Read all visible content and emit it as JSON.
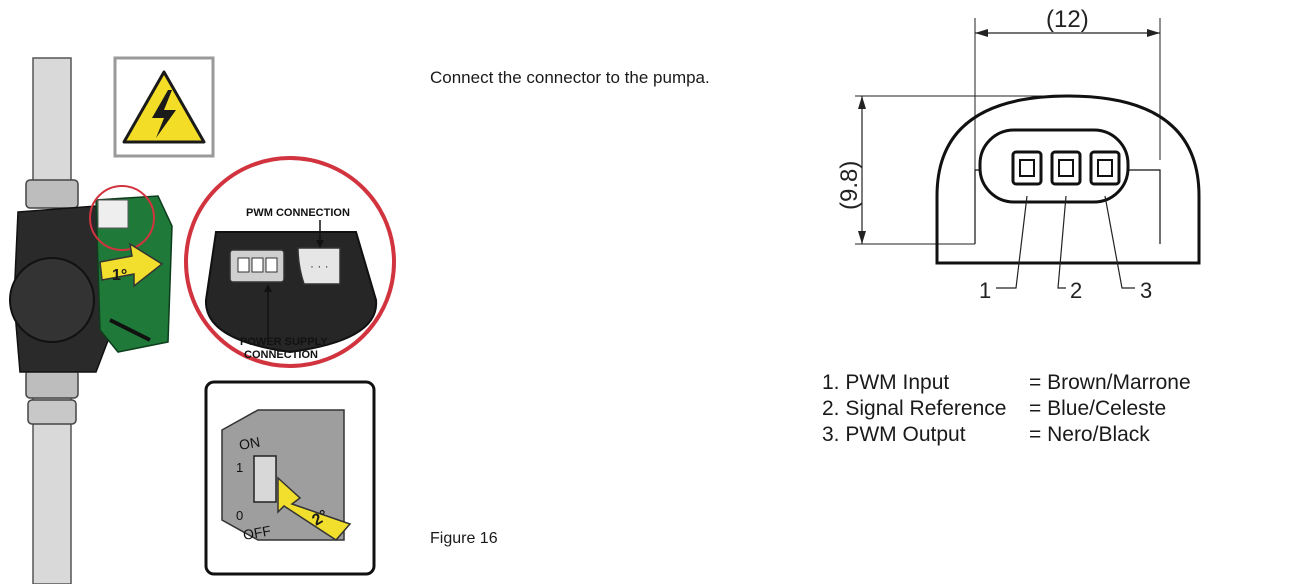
{
  "instruction": "Connect the connector to the pumpa.",
  "figure_caption": "Figure 16",
  "illustration": {
    "pwm_connection_label": "PWM CONNECTION",
    "power_supply_label_line1": "POWER SUPPLY",
    "power_supply_label_line2": "CONNECTION",
    "step1_label": "1°",
    "step2_label": "2°",
    "switch_on_label": "ON",
    "switch_off_label": "OFF",
    "switch_one_label": "1",
    "switch_zero_label": "0",
    "warning_icon": "high-voltage-warning-icon"
  },
  "drawing": {
    "width_dim": "(12)",
    "height_dim": "(9.8)",
    "pin_labels": [
      "1",
      "2",
      "3"
    ]
  },
  "pin_legend": [
    {
      "pin": "1. PWM Input",
      "color": "= Brown/Marrone"
    },
    {
      "pin": "2. Signal Reference",
      "color": "= Blue/Celeste"
    },
    {
      "pin": "3. PWM Output",
      "color": "= Nero/Black"
    }
  ]
}
